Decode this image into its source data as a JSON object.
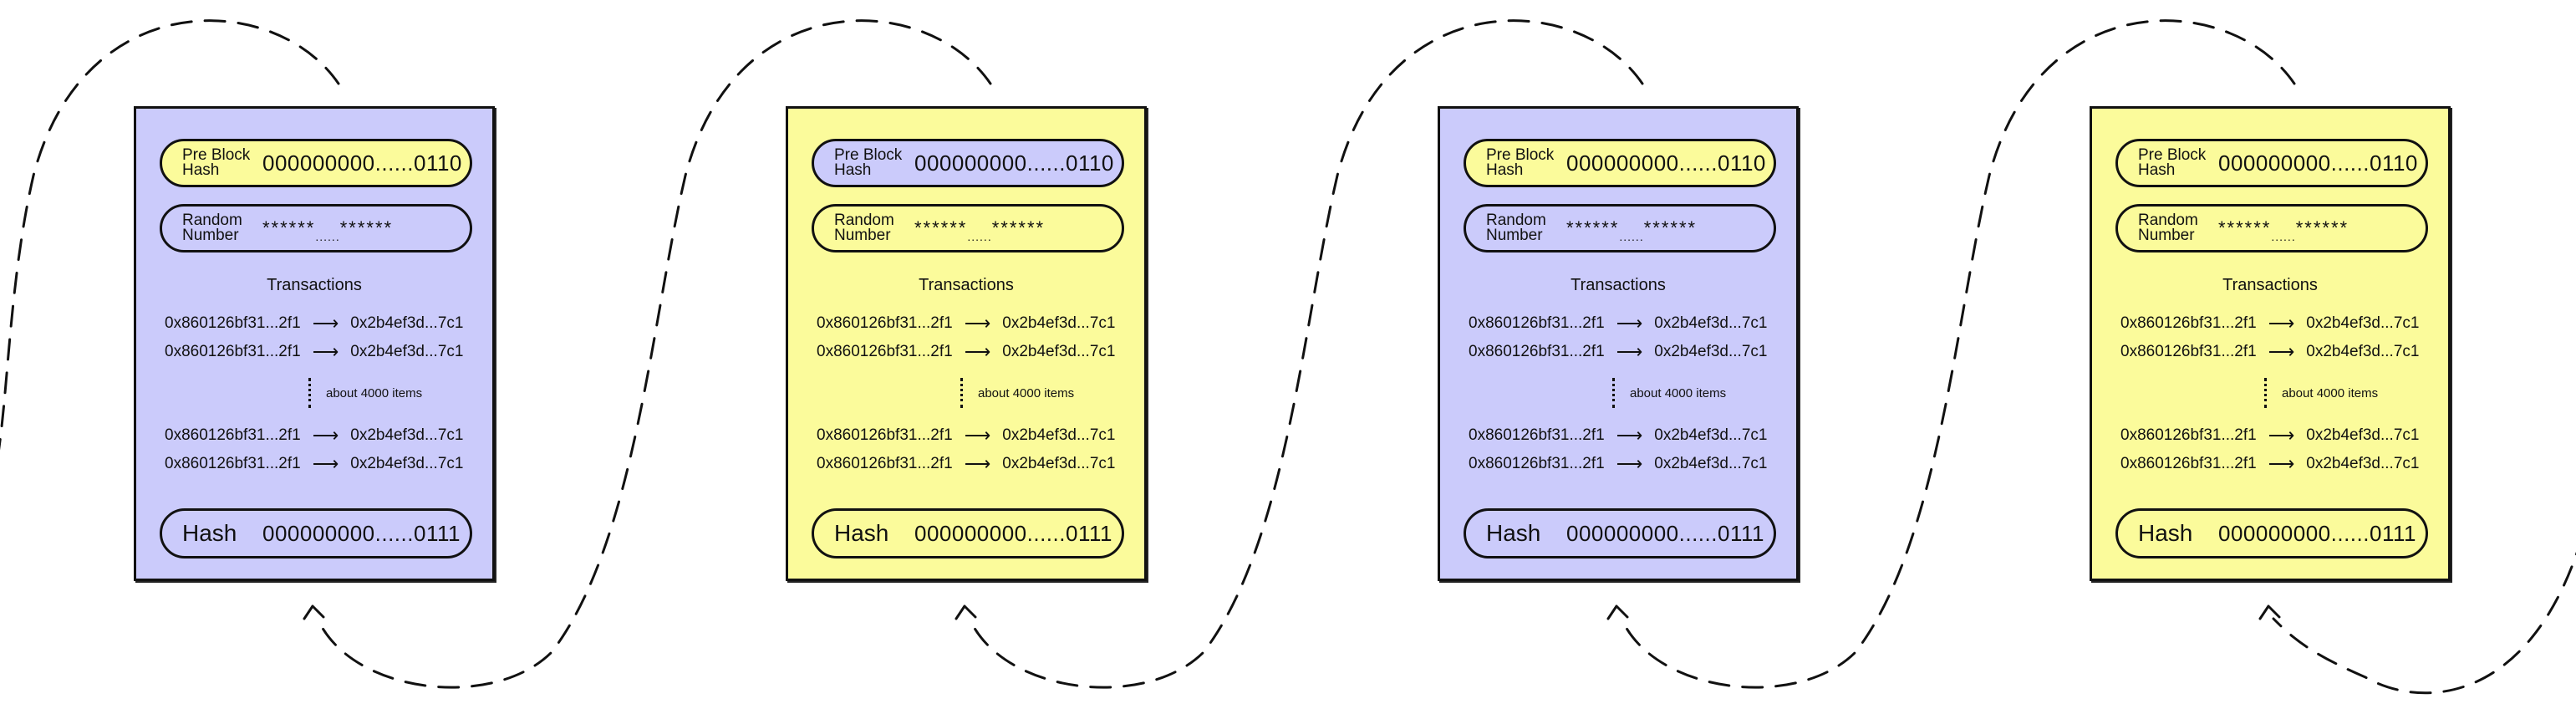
{
  "colors": {
    "purple": "#cbcbfb",
    "yellow": "#fbfb9b",
    "stroke": "#111111"
  },
  "labels": {
    "pre_block_hash": "Pre Block\nHash",
    "random_number": "Random\nNumber",
    "transactions": "Transactions",
    "about_items": "about 4000 items",
    "hash": "Hash"
  },
  "blocks": [
    {
      "fill": "purple",
      "prehash_fill": "yellow",
      "pre_hash": "000000000......0110",
      "random_left": "******",
      "random_dots": "......",
      "random_right": "******",
      "tx": [
        {
          "from": "0x860126bf31...2f1",
          "to": "0x2b4ef3d...7c1"
        },
        {
          "from": "0x860126bf31...2f1",
          "to": "0x2b4ef3d...7c1"
        },
        {
          "from": "0x860126bf31...2f1",
          "to": "0x2b4ef3d...7c1"
        },
        {
          "from": "0x860126bf31...2f1",
          "to": "0x2b4ef3d...7c1"
        }
      ],
      "hash": "000000000......0111"
    },
    {
      "fill": "yellow",
      "prehash_fill": "purple",
      "pre_hash": "000000000......0110",
      "random_left": "******",
      "random_dots": "......",
      "random_right": "******",
      "tx": [
        {
          "from": "0x860126bf31...2f1",
          "to": "0x2b4ef3d...7c1"
        },
        {
          "from": "0x860126bf31...2f1",
          "to": "0x2b4ef3d...7c1"
        },
        {
          "from": "0x860126bf31...2f1",
          "to": "0x2b4ef3d...7c1"
        },
        {
          "from": "0x860126bf31...2f1",
          "to": "0x2b4ef3d...7c1"
        }
      ],
      "hash": "000000000......0111"
    },
    {
      "fill": "purple",
      "prehash_fill": "yellow",
      "pre_hash": "000000000......0110",
      "random_left": "******",
      "random_dots": "......",
      "random_right": "******",
      "tx": [
        {
          "from": "0x860126bf31...2f1",
          "to": "0x2b4ef3d...7c1"
        },
        {
          "from": "0x860126bf31...2f1",
          "to": "0x2b4ef3d...7c1"
        },
        {
          "from": "0x860126bf31...2f1",
          "to": "0x2b4ef3d...7c1"
        },
        {
          "from": "0x860126bf31...2f1",
          "to": "0x2b4ef3d...7c1"
        }
      ],
      "hash": "000000000......0111"
    },
    {
      "fill": "yellow",
      "prehash_fill": "yellow",
      "pre_hash": "000000000......0110",
      "random_left": "******",
      "random_dots": "......",
      "random_right": "******",
      "tx": [
        {
          "from": "0x860126bf31...2f1",
          "to": "0x2b4ef3d...7c1"
        },
        {
          "from": "0x860126bf31...2f1",
          "to": "0x2b4ef3d...7c1"
        },
        {
          "from": "0x860126bf31...2f1",
          "to": "0x2b4ef3d...7c1"
        },
        {
          "from": "0x860126bf31...2f1",
          "to": "0x2b4ef3d...7c1"
        }
      ],
      "hash": "000000000......0111"
    }
  ]
}
